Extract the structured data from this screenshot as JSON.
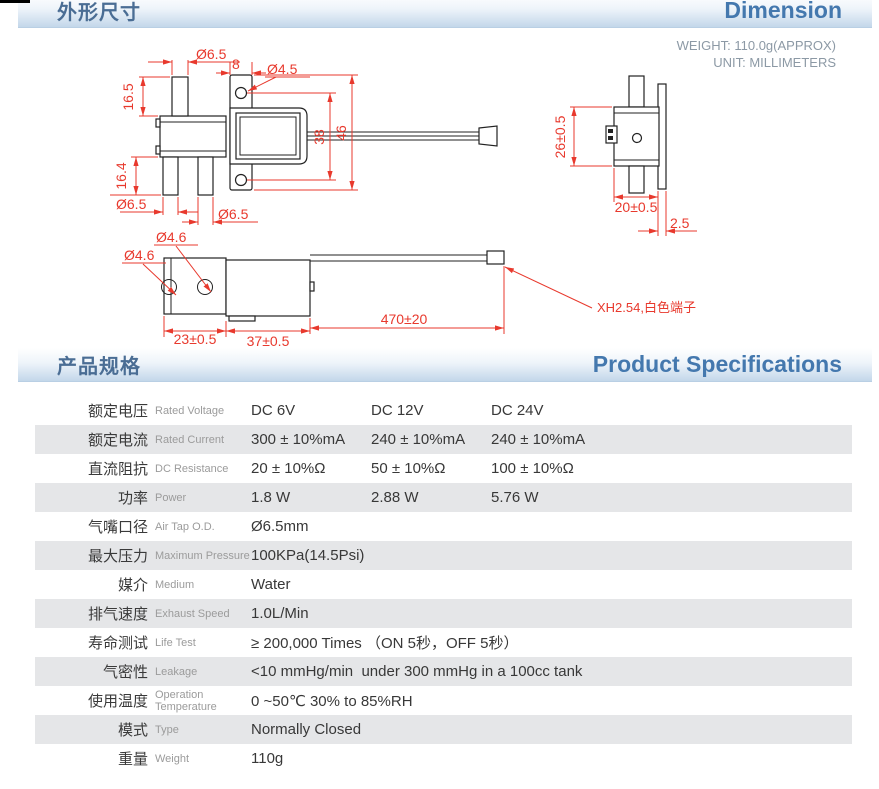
{
  "colors": {
    "accent_red": "#e8392d",
    "title_blue": "#4478ae",
    "title_slate": "#4a6d94",
    "row_alt_gray": "#e5e6e8",
    "note_gray": "#8c99a5",
    "label_gray": "#9b9b9b",
    "line_black": "#222222"
  },
  "section_dimension": {
    "title_cn": "外形尺寸",
    "title_en": "Dimension",
    "weight_note": "WEIGHT: 110.0g(APPROX)",
    "unit_note": "UNIT: MILLIMETERS"
  },
  "drawing": {
    "side_view": {
      "dia_top_nozzle": "Ø6.5",
      "bracket_width": "8",
      "hole_dia": "Ø4.5",
      "height_top": "16.5",
      "hole_span": "38",
      "total_height": "46",
      "height_bottom": "16.4",
      "dia_bottom_left": "Ø6.5",
      "dia_bottom_right": "Ø6.5"
    },
    "end_view": {
      "height": "26±0.5",
      "width": "20±0.5",
      "flange_thickness": "2.5"
    },
    "top_view": {
      "hole_dia_a": "Ø4.6",
      "hole_dia_b": "Ø4.6",
      "len_head": "23±0.5",
      "len_body": "37±0.5",
      "wire_length": "470±20",
      "connector_note": "XH2.54,白色端子"
    }
  },
  "section_specs": {
    "title_cn": "产品规格",
    "title_en": "Product Specifications"
  },
  "specs": {
    "rows": [
      {
        "cn": "额定电压",
        "en": "Rated Voltage",
        "values": [
          "DC 6V",
          "DC 12V",
          "DC 24V"
        ]
      },
      {
        "cn": "额定电流",
        "en": "Rated Current",
        "values": [
          "300 ± 10%mA",
          "240 ± 10%mA",
          "240 ± 10%mA"
        ]
      },
      {
        "cn": "直流阻抗",
        "en": "DC Resistance",
        "values": [
          "20 ± 10%Ω",
          "50 ± 10%Ω",
          "100 ± 10%Ω"
        ]
      },
      {
        "cn": "功率",
        "en": "Power",
        "values": [
          "1.8 W",
          "2.88 W",
          "5.76 W"
        ]
      },
      {
        "cn": "气嘴口径",
        "en": "Air Tap O.D.",
        "values": [
          "Ø6.5mm"
        ]
      },
      {
        "cn": "最大压力",
        "en": "Maximum Pressure",
        "values": [
          "100KPa(14.5Psi)"
        ]
      },
      {
        "cn": "媒介",
        "en": "Medium",
        "values": [
          "Water"
        ]
      },
      {
        "cn": "排气速度",
        "en": "Exhaust Speed",
        "values": [
          "1.0L/Min"
        ]
      },
      {
        "cn": "寿命测试",
        "en": "Life Test",
        "values": [
          "≥ 200,000 Times （ON 5秒，OFF 5秒）"
        ]
      },
      {
        "cn": "气密性",
        "en": "Leakage",
        "values": [
          "<10 mmHg/min  under 300 mmHg in a 100cc tank"
        ]
      },
      {
        "cn": "使用温度",
        "en": "Operation Temperature",
        "values": [
          "0 ~50℃ 30% to 85%RH"
        ]
      },
      {
        "cn": "模式",
        "en": "Type",
        "values": [
          "Normally Closed"
        ]
      },
      {
        "cn": "重量",
        "en": "Weight",
        "values": [
          "110g"
        ]
      }
    ]
  }
}
